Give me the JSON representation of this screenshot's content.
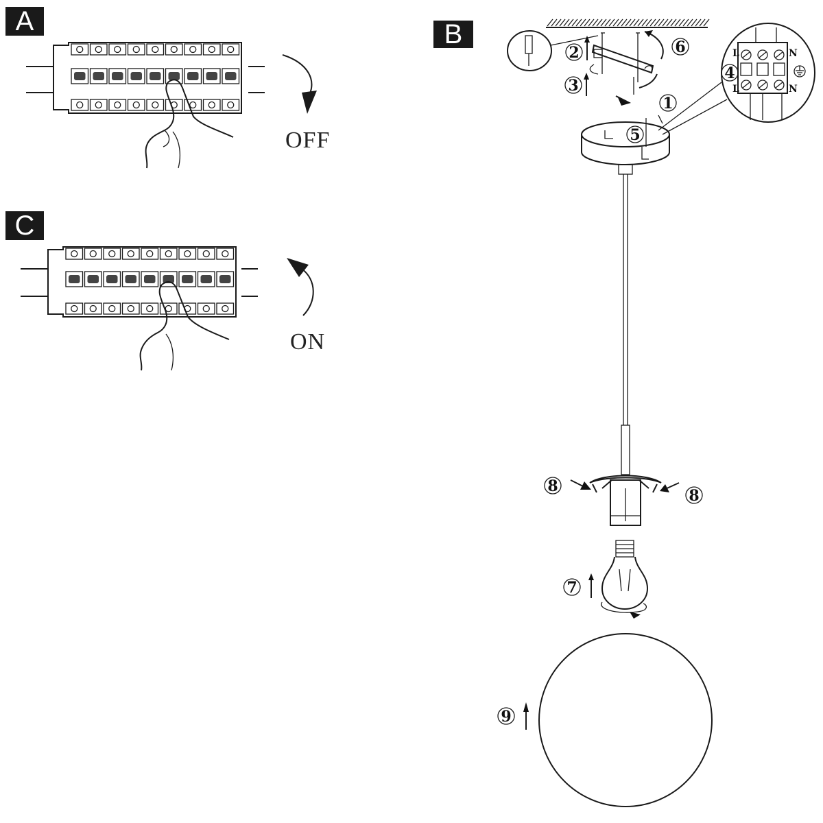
{
  "panels": {
    "a": {
      "label": "A",
      "state": "OFF"
    },
    "b": {
      "label": "B",
      "steps": [
        "1",
        "2",
        "3",
        "4",
        "5",
        "6",
        "7",
        "8",
        "8",
        "9"
      ],
      "terminals": {
        "left_top": "L",
        "left_bottom": "L",
        "right_top": "N",
        "right_bottom": "N"
      }
    },
    "c": {
      "label": "C",
      "state": "ON"
    }
  },
  "icons": [
    "breaker-panel-icon",
    "hand-icon",
    "rotate-arrow-icon",
    "ceiling-bracket-icon",
    "screwdriver-icon",
    "terminal-block-icon",
    "ground-icon",
    "canopy-icon",
    "lamp-socket-icon",
    "light-bulb-icon",
    "globe-shade-icon"
  ]
}
